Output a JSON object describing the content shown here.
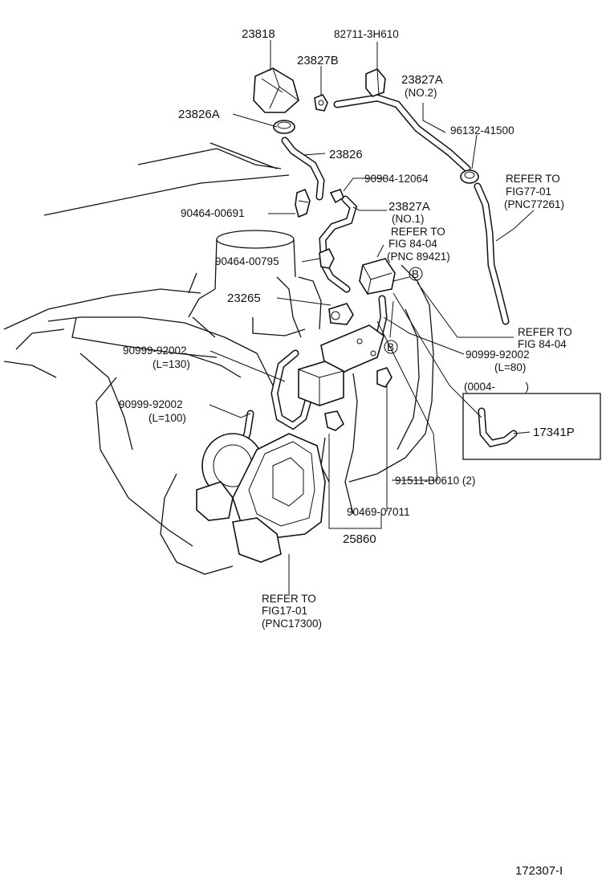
{
  "labels": {
    "p23818": "23818",
    "p82711": "82711-3H610",
    "p23827B": "23827B",
    "p23827A_top": "23827A",
    "no2": "(NO.2)",
    "p23826A": "23826A",
    "p96132": "96132-41500",
    "p23826": "23826",
    "refer_fig77_1": "REFER TO",
    "refer_fig77_2": "FIG77-01",
    "refer_fig77_3": "(PNC77261)",
    "p90904": "90904-12064",
    "p23827A_mid": "23827A",
    "no1": "(NO.1)",
    "p90464_00691": "90464-00691",
    "refer_fig84a_1": "REFER TO",
    "refer_fig84a_2": "FIG 84-04",
    "refer_fig84a_3": "(PNC 89421)",
    "p90464_00795": "90464-00795",
    "marker_b": "B",
    "p23265": "23265",
    "refer_fig84b_1": "REFER TO",
    "refer_fig84b_2": "FIG 84-04",
    "p90999_l130": "90999-92002",
    "l130": "(L=130)",
    "p90999_l80": "90999-92002",
    "l80": "(L=80)",
    "date_range": "(0004-          )",
    "p90999_l100": "90999-92002",
    "l100": "(L=100)",
    "p17341P": "17341P",
    "p91511": "91511-B0610 (2)",
    "p90469": "90469-07011",
    "p25860": "25860",
    "refer_fig17_1": "REFER TO",
    "refer_fig17_2": "FIG17-01",
    "refer_fig17_3": "(PNC17300)",
    "figure_id": "172307-I"
  }
}
